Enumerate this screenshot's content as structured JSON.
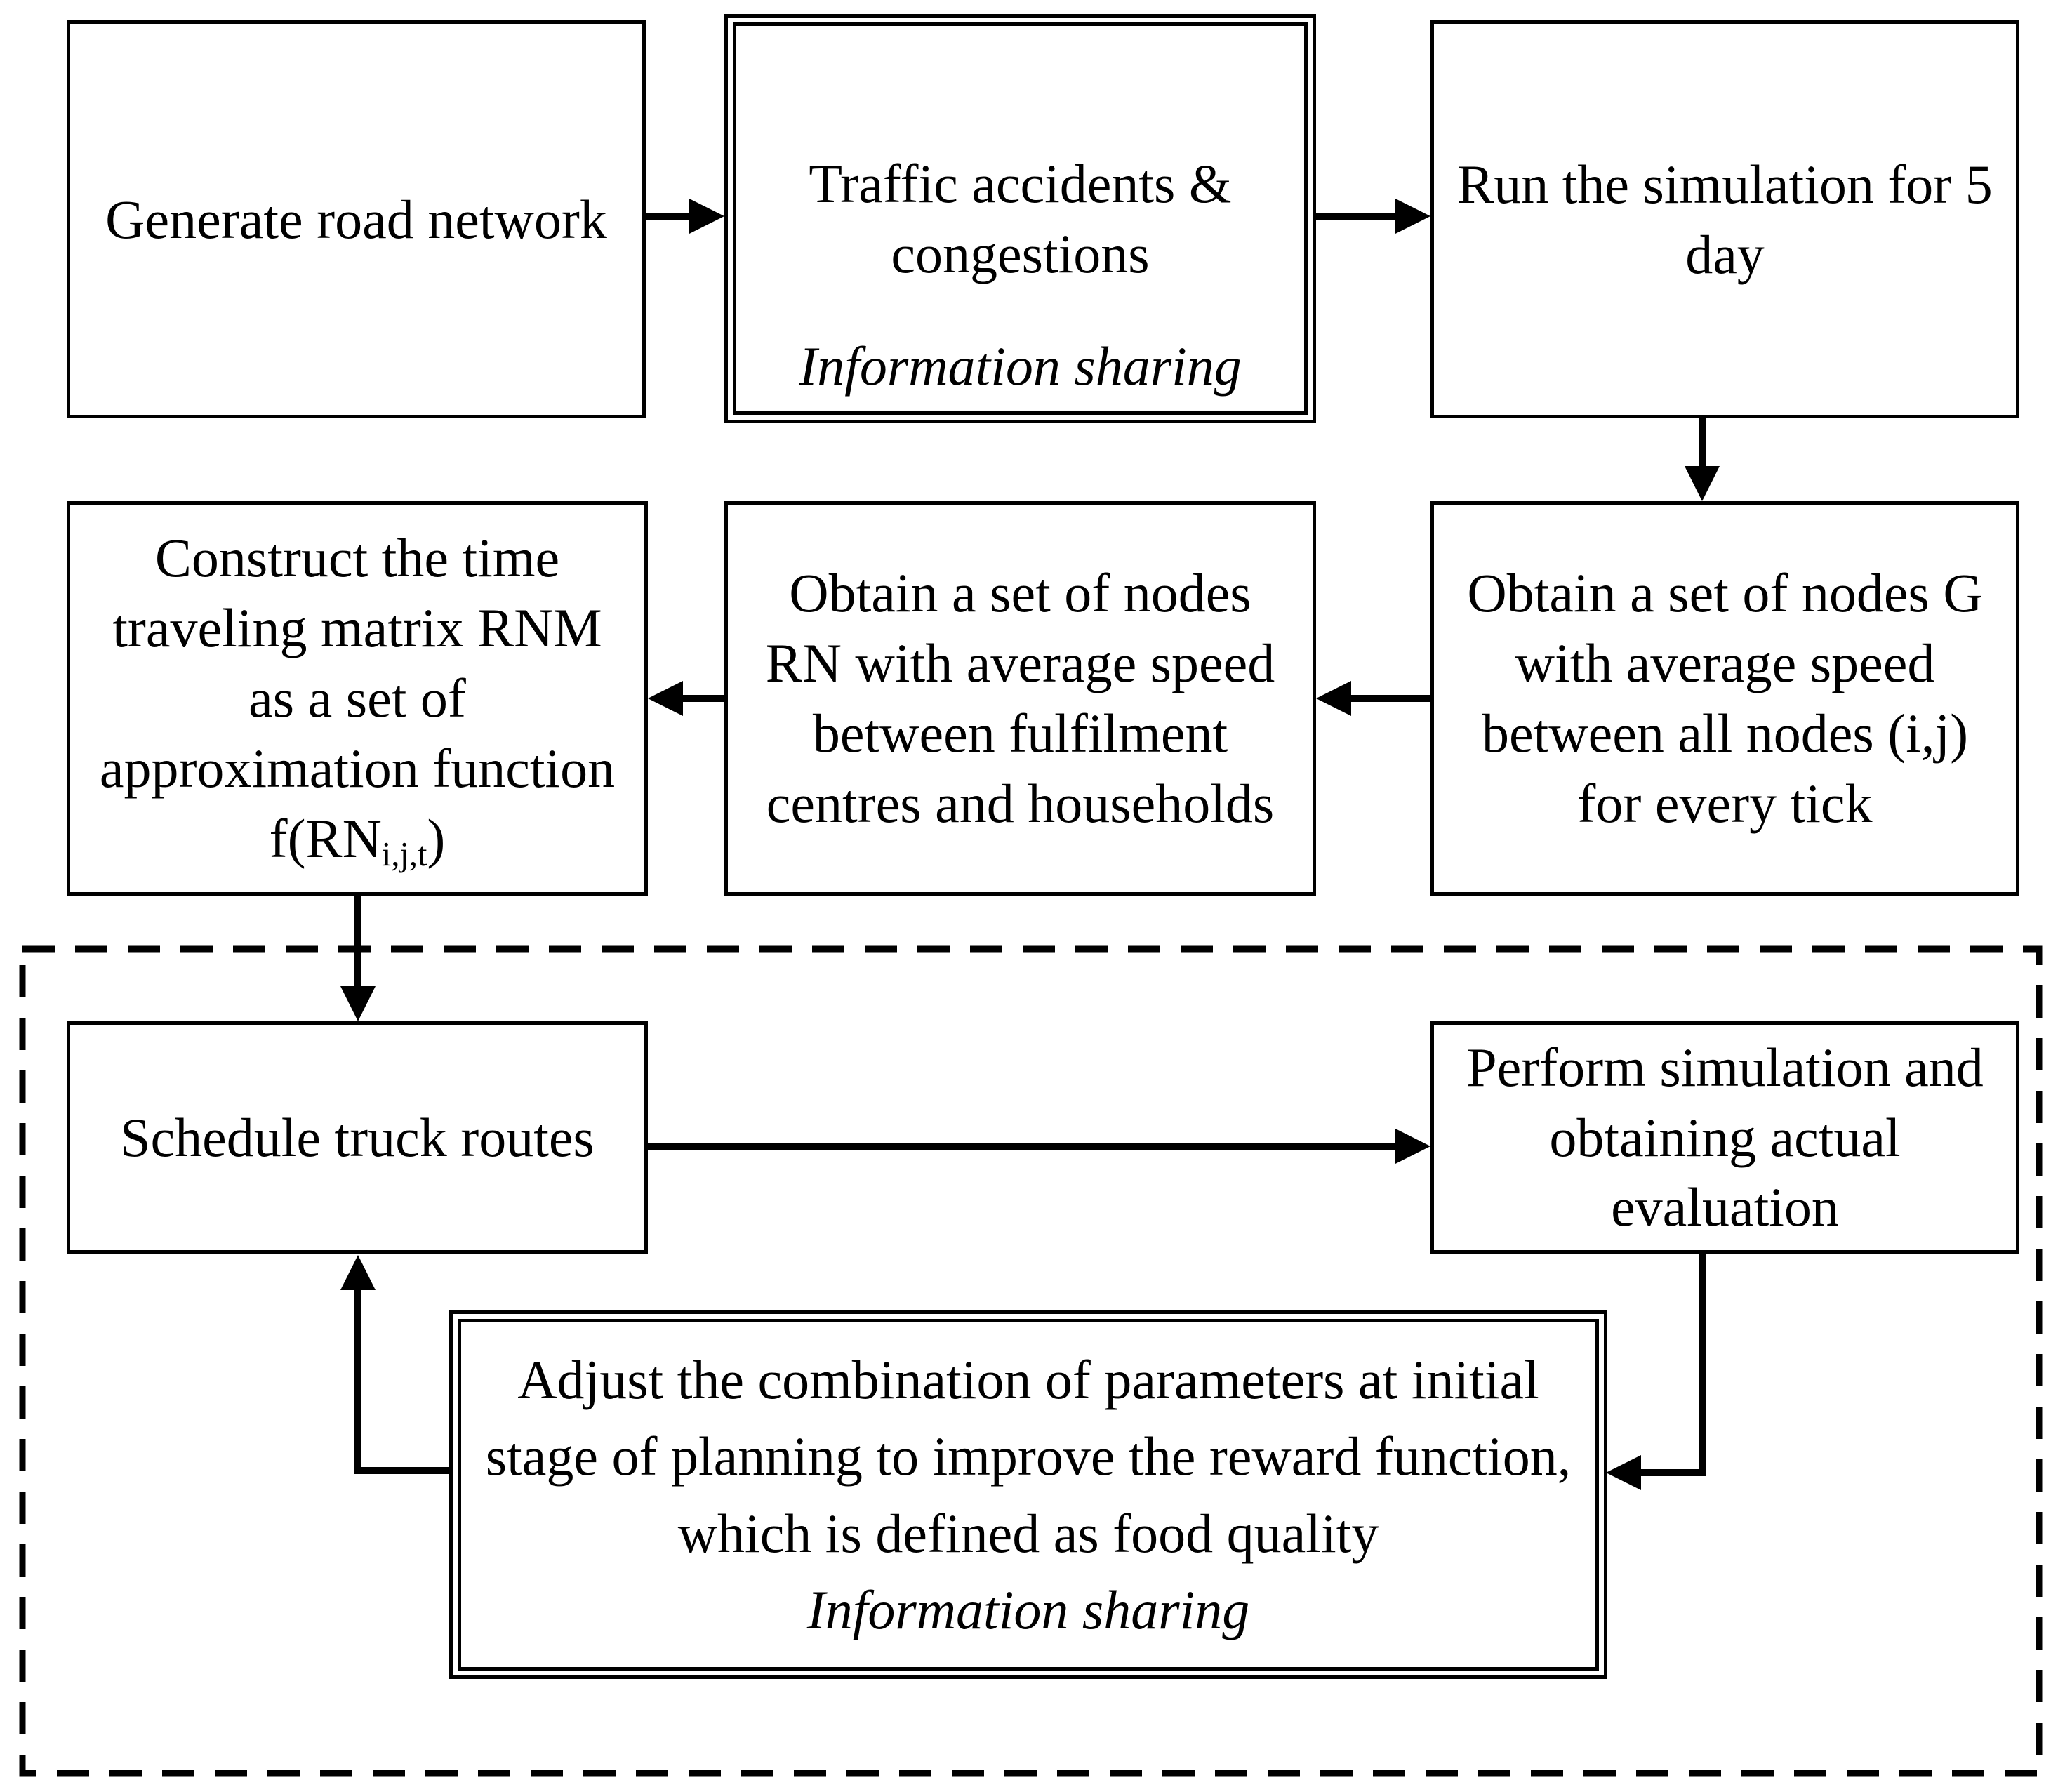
{
  "diagram": {
    "title": "Simulation and truck-route planning flowchart",
    "colors": {
      "ink": "#000000",
      "paper": "#ffffff"
    },
    "nodes": {
      "generate_road_network": {
        "lines": [
          "Generate road network"
        ]
      },
      "traffic_accidents": {
        "lines": [
          "Traffic accidents &",
          "congestions"
        ],
        "note": "Information sharing"
      },
      "run_simulation": {
        "lines": [
          "Run the simulation for 5",
          "day"
        ]
      },
      "obtain_nodes_g": {
        "lines": [
          "Obtain a set of nodes G",
          "with average speed",
          "between all nodes (i,j)",
          "for every tick"
        ]
      },
      "obtain_nodes_rn": {
        "lines": [
          "Obtain a set of nodes",
          "RN with average speed",
          "between fulfilment",
          "centres and households"
        ]
      },
      "construct_matrix": {
        "lines": [
          "Construct the time",
          "traveling matrix RNM",
          "as a set of",
          "approximation function"
        ],
        "formula": {
          "pre": "f(RN",
          "sub": "i,j,t",
          "post": ")"
        }
      },
      "schedule_truck_routes": {
        "lines": [
          "Schedule truck routes"
        ]
      },
      "perform_simulation": {
        "lines": [
          "Perform simulation and",
          "obtaining actual",
          "evaluation"
        ]
      },
      "adjust_parameters": {
        "lines": [
          "Adjust the combination of parameters at initial",
          "stage of planning to improve the reward function,",
          "which is defined as food quality"
        ],
        "note": "Information sharing"
      }
    }
  }
}
